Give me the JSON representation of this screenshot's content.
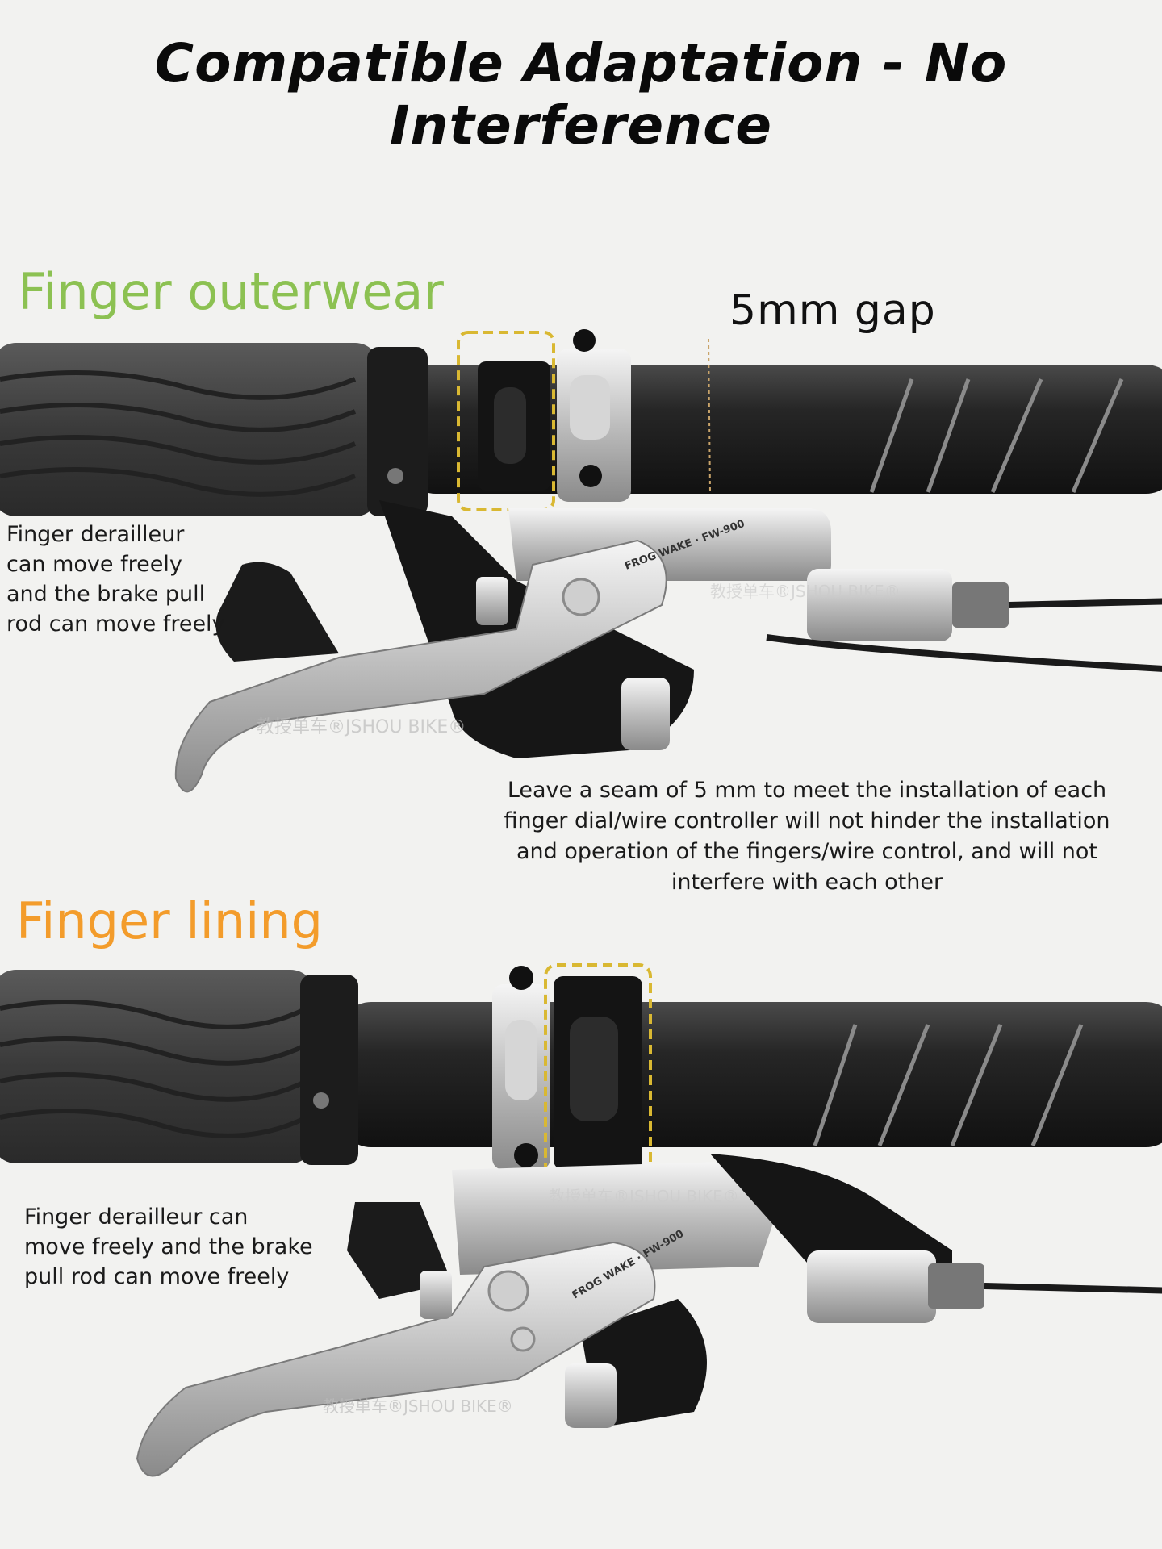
{
  "title": "Compatible Adaptation - No Interference",
  "sections": [
    {
      "heading": "Finger outerwear",
      "heading_color": "#8cc152",
      "side_note": [
        "Finger derailleur",
        "can move freely",
        "and the brake pull",
        "rod can move freely"
      ]
    },
    {
      "heading": "Finger lining",
      "heading_color": "#f39c2b",
      "side_note": [
        "Finger derailleur can",
        "move freely and the brake",
        "pull rod can move freely"
      ]
    }
  ],
  "gap_label": "5mm gap",
  "center_note": [
    "Leave a seam of 5 mm to meet the installation of each",
    "finger dial/wire controller will not hinder the installation",
    "and operation of the fingers/wire control, and will not",
    "interfere with each other"
  ],
  "highlight_color": "#d9b832",
  "watermark": "教授单车®JSHOU BIKE®",
  "lever_marking": [
    "FROG WAKE",
    "FW-900"
  ]
}
